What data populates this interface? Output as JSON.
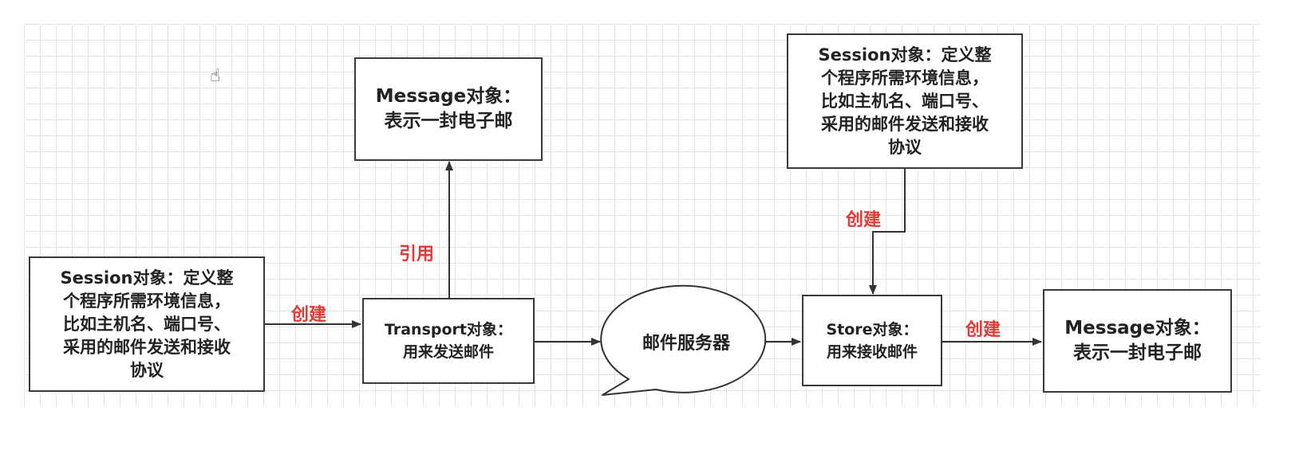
{
  "nodes": {
    "session_left": {
      "line1": "Session对象：定义整",
      "line2": "个程序所需环境信息，",
      "line3": "比如主机名、端口号、",
      "line4": "采用的邮件发送和接收",
      "line5": "协议"
    },
    "message_top": {
      "line1": "Message对象：",
      "line2": "表示一封电子邮"
    },
    "transport": {
      "line1": "Transport对象：",
      "line2": "用来发送邮件"
    },
    "mail_server": {
      "label": "邮件服务器"
    },
    "session_right": {
      "line1": "Session对象：定义整",
      "line2": "个程序所需环境信息，",
      "line3": "比如主机名、端口号、",
      "line4": "采用的邮件发送和接收",
      "line5": "协议"
    },
    "store": {
      "line1": "Store对象：",
      "line2": "用来接收邮件"
    },
    "message_right": {
      "line1": "Message对象：",
      "line2": "表示一封电子邮"
    }
  },
  "edge_labels": {
    "create_session_transport": "创建",
    "reference_transport_message": "引用",
    "create_session_store": "创建",
    "create_store_message": "创建"
  },
  "colors": {
    "edge_label": "#e53935",
    "box_border": "#3a3a3a",
    "grid": "#e4e4e4"
  },
  "icons": {
    "cursor": "hand-pointer-icon"
  }
}
